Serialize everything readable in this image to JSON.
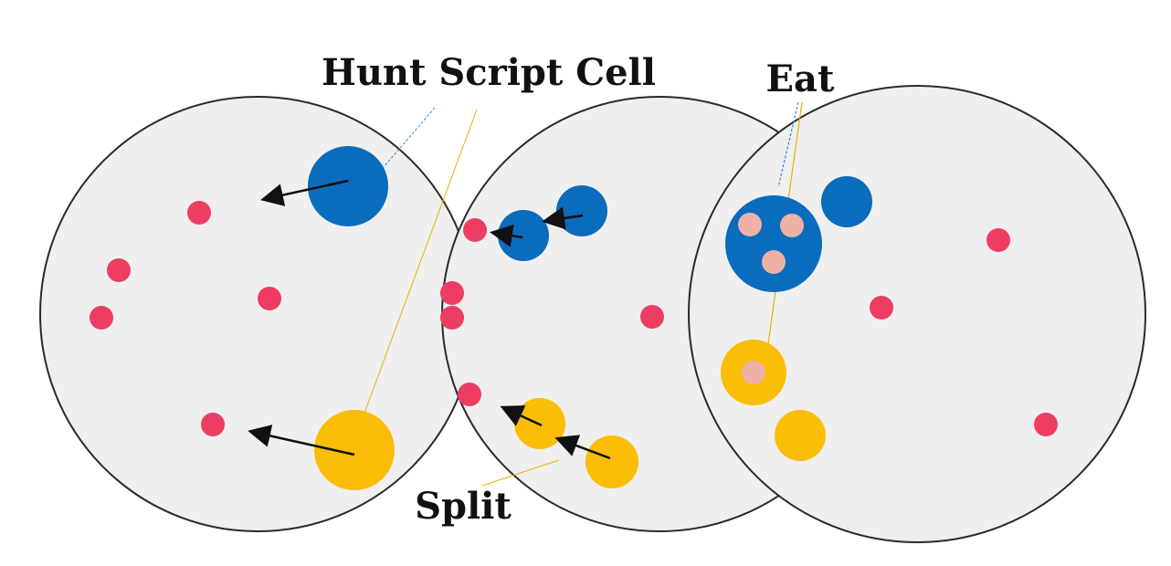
{
  "labels": {
    "hunt": "Hunt Script Cell",
    "eat": "Eat",
    "split": "Split"
  },
  "colors": {
    "arena_fill": "#efefef",
    "arena_stroke": "#2a2a2a",
    "pellet": "#ee3d63",
    "blue_cell": "#0a6cbc",
    "yellow_cell": "#fbbd05",
    "eaten_pellet": "#eeb1a6",
    "arrow": "#111111",
    "leader_blue": "#3b7fd8",
    "leader_yellow": "#e8b000"
  },
  "panels": [
    {
      "name": "hunt-panel"
    },
    {
      "name": "split-panel"
    },
    {
      "name": "eat-panel"
    }
  ]
}
